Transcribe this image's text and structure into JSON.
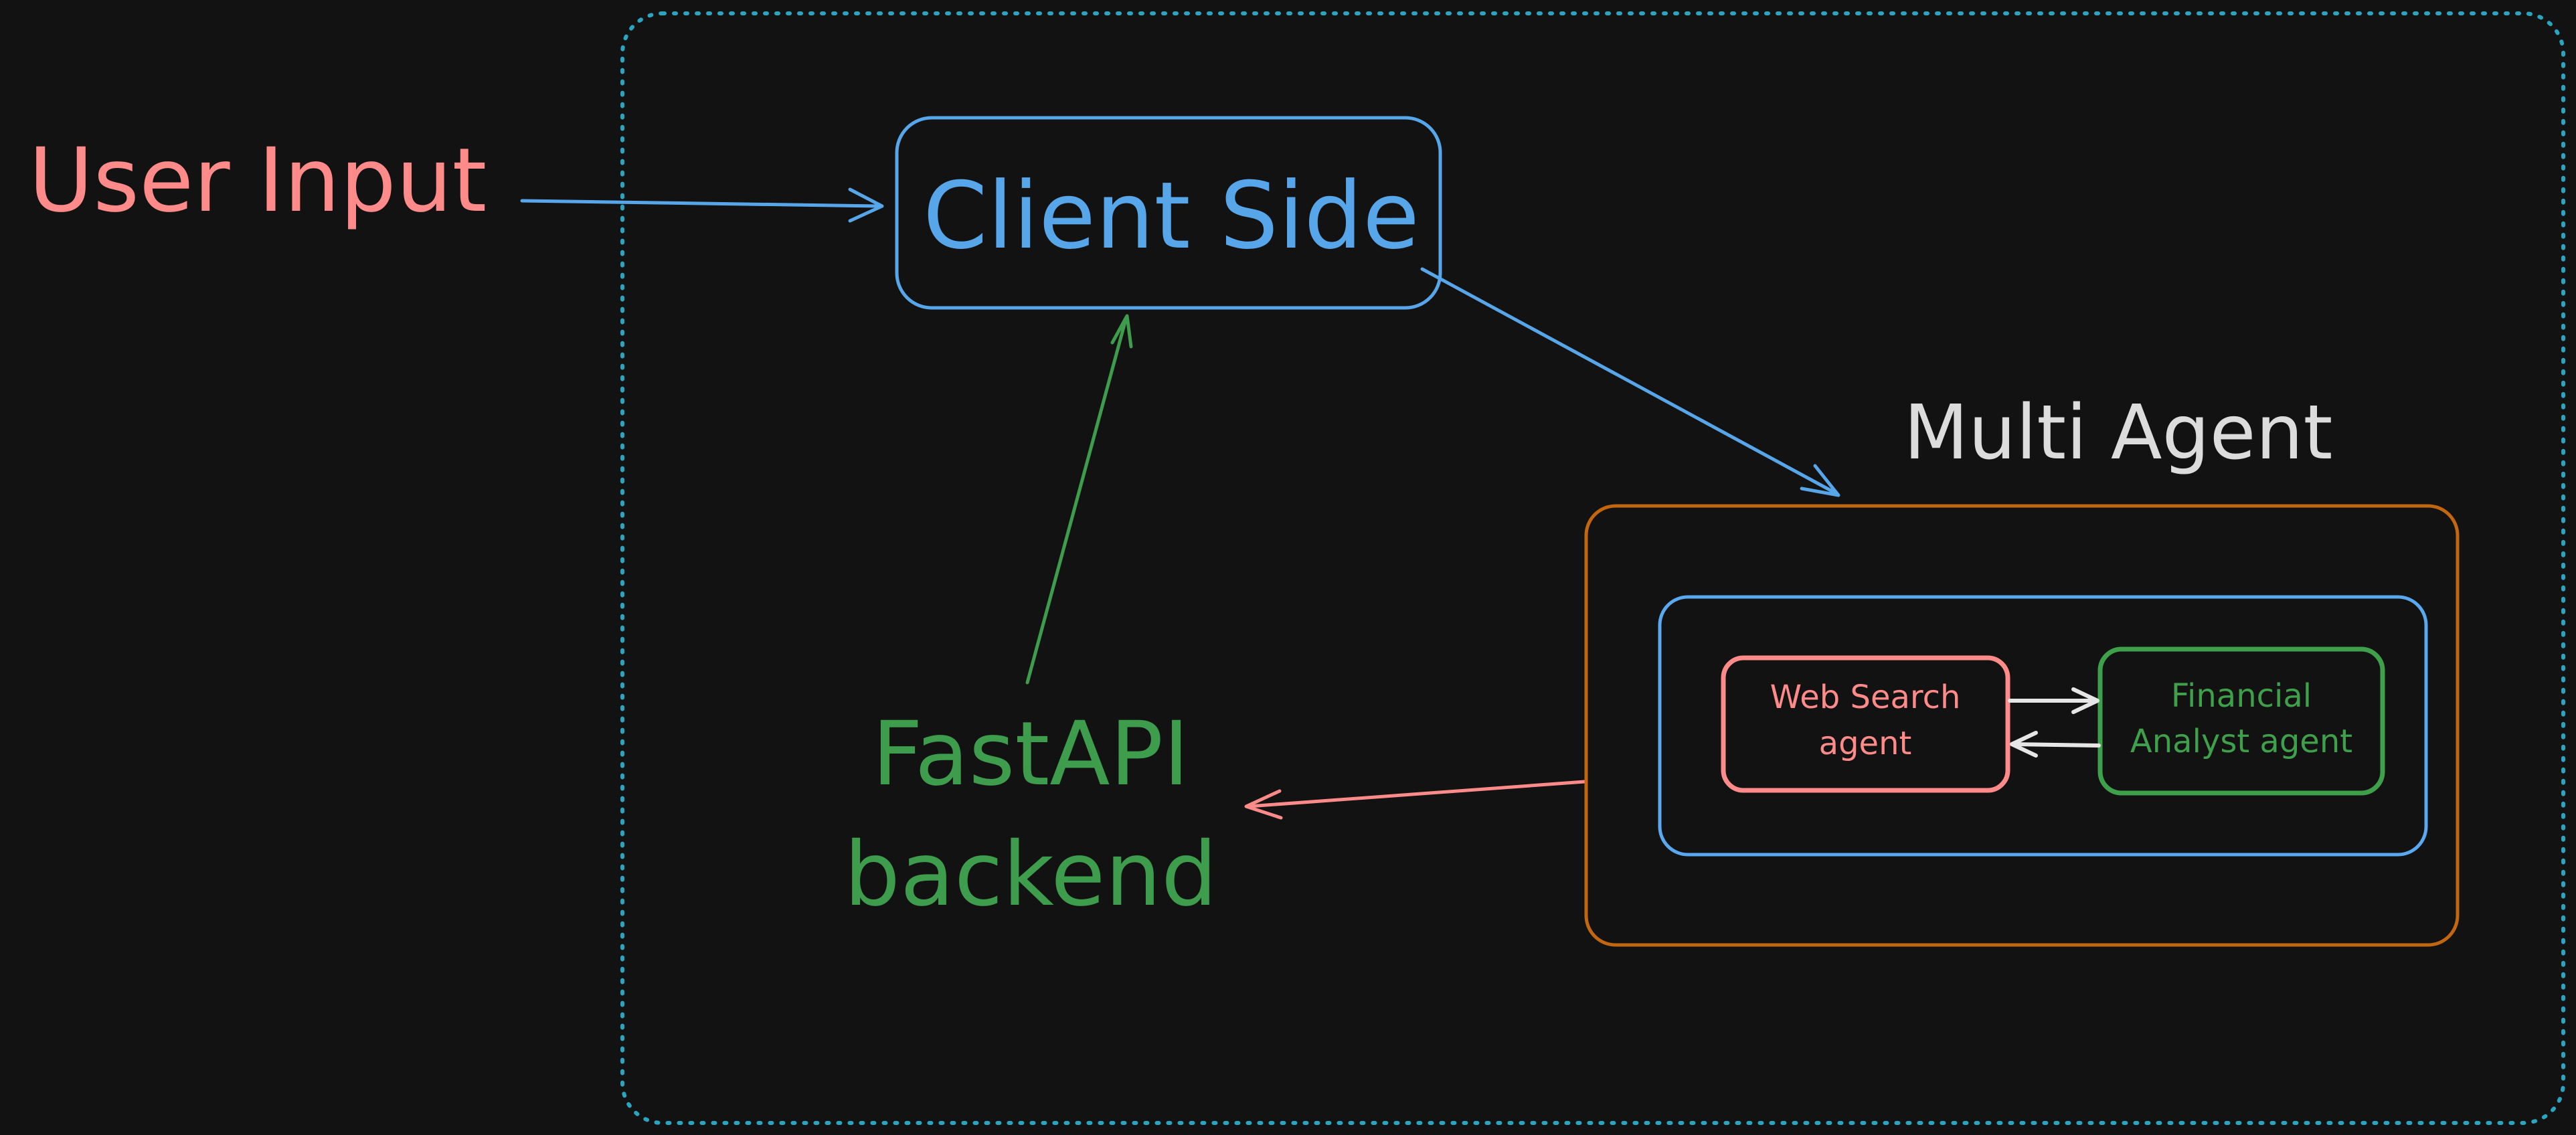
{
  "diagram": {
    "nodes": {
      "user_input": {
        "label": "User Input"
      },
      "client_side": {
        "label": "Client Side"
      },
      "multi_agent": {
        "label": "Multi Agent"
      },
      "fastapi": {
        "label_line1": "FastAPI",
        "label_line2": "backend"
      },
      "web_search": {
        "label_line1": "Web Search",
        "label_line2": "agent"
      },
      "financial": {
        "label_line1": "Financial",
        "label_line2": "Analyst agent"
      }
    },
    "edges": [
      {
        "from": "User Input",
        "to": "Client Side"
      },
      {
        "from": "Client Side",
        "to": "Multi Agent"
      },
      {
        "from": "Multi Agent",
        "to": "FastAPI backend"
      },
      {
        "from": "FastAPI backend",
        "to": "Client Side"
      },
      {
        "from": "Web Search agent",
        "to": "Financial Analyst agent"
      },
      {
        "from": "Financial Analyst agent",
        "to": "Web Search agent"
      }
    ],
    "colors": {
      "background": "#121212",
      "user_input": "#ff8a8a",
      "client": "#58a6ea",
      "fastapi": "#3e9d4c",
      "multi_agent_label": "#dcdcdc",
      "multi_agent_box": "#c2670f",
      "inner_box": "#5aa8f0",
      "web_search": "#ff8a8a",
      "financial": "#3fa04b",
      "system_boundary": "#2aa5c0",
      "agent_arrows": "#e6e6e6"
    }
  }
}
